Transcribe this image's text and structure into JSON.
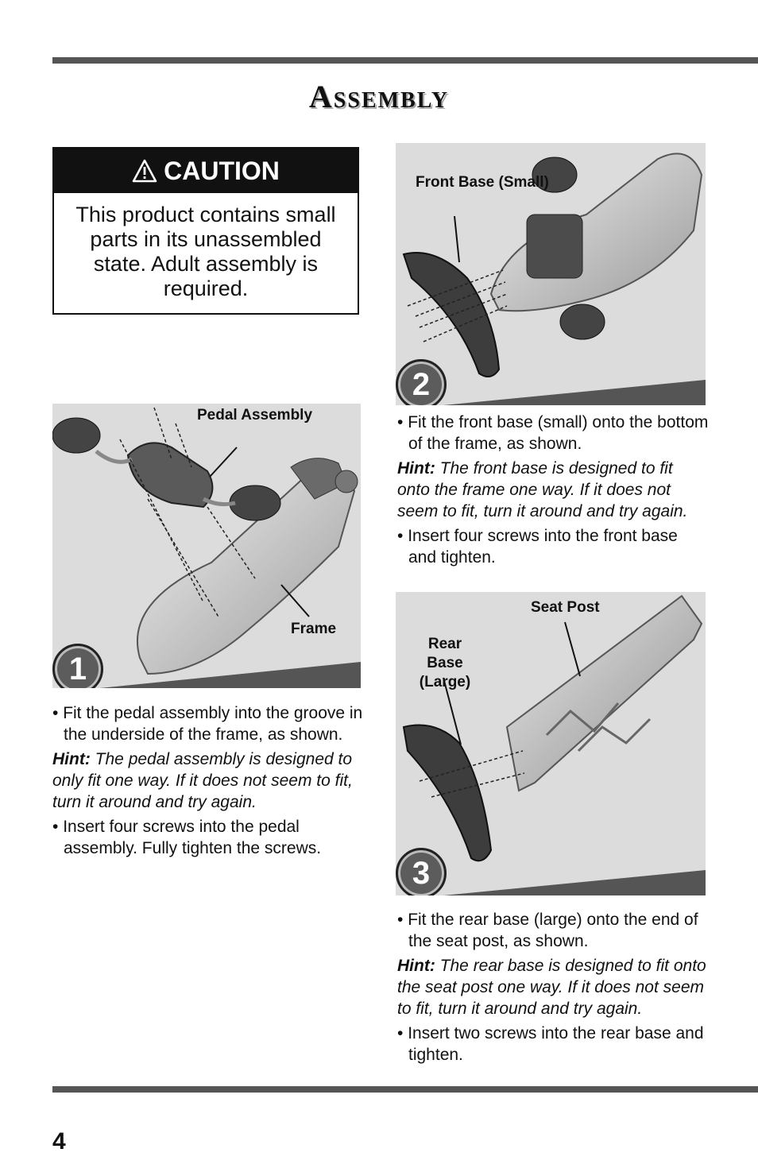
{
  "page": {
    "title": "Assembly",
    "number": "4"
  },
  "caution": {
    "heading": "CAUTION",
    "icon": "warning-triangle-icon",
    "body": "This product contains small parts in its unassembled state. Adult assembly is required."
  },
  "steps": [
    {
      "number": "1",
      "callouts": [
        "Pedal Assembly",
        "Frame"
      ],
      "instruction": "Fit the pedal assembly into the groove in the underside of the frame, as shown.",
      "hint_label": "Hint:",
      "hint": "The pedal assembly is designed to only fit one way. If it does not seem to fit, turn it around and try again.",
      "instruction2": "Insert four screws into the pedal assembly. Fully tighten the screws."
    },
    {
      "number": "2",
      "callouts": [
        "Front Base (Small)"
      ],
      "instruction": "Fit the front base (small) onto the bottom of the frame, as shown.",
      "hint_label": "Hint:",
      "hint": "The front base is designed to fit onto the frame one way. If it does not seem to fit, turn it around and try again.",
      "instruction2": "Insert four screws into the front base and tighten."
    },
    {
      "number": "3",
      "callouts": [
        "Seat Post",
        "Rear Base (Large)"
      ],
      "instruction": "Fit the rear base (large) onto the end of the seat post, as shown.",
      "hint_label": "Hint:",
      "hint": "The rear base is designed to fit onto the seat post one way. If it does not seem to fit, turn it around and try again.",
      "instruction2": "Insert two screws into the rear base and tighten."
    }
  ]
}
